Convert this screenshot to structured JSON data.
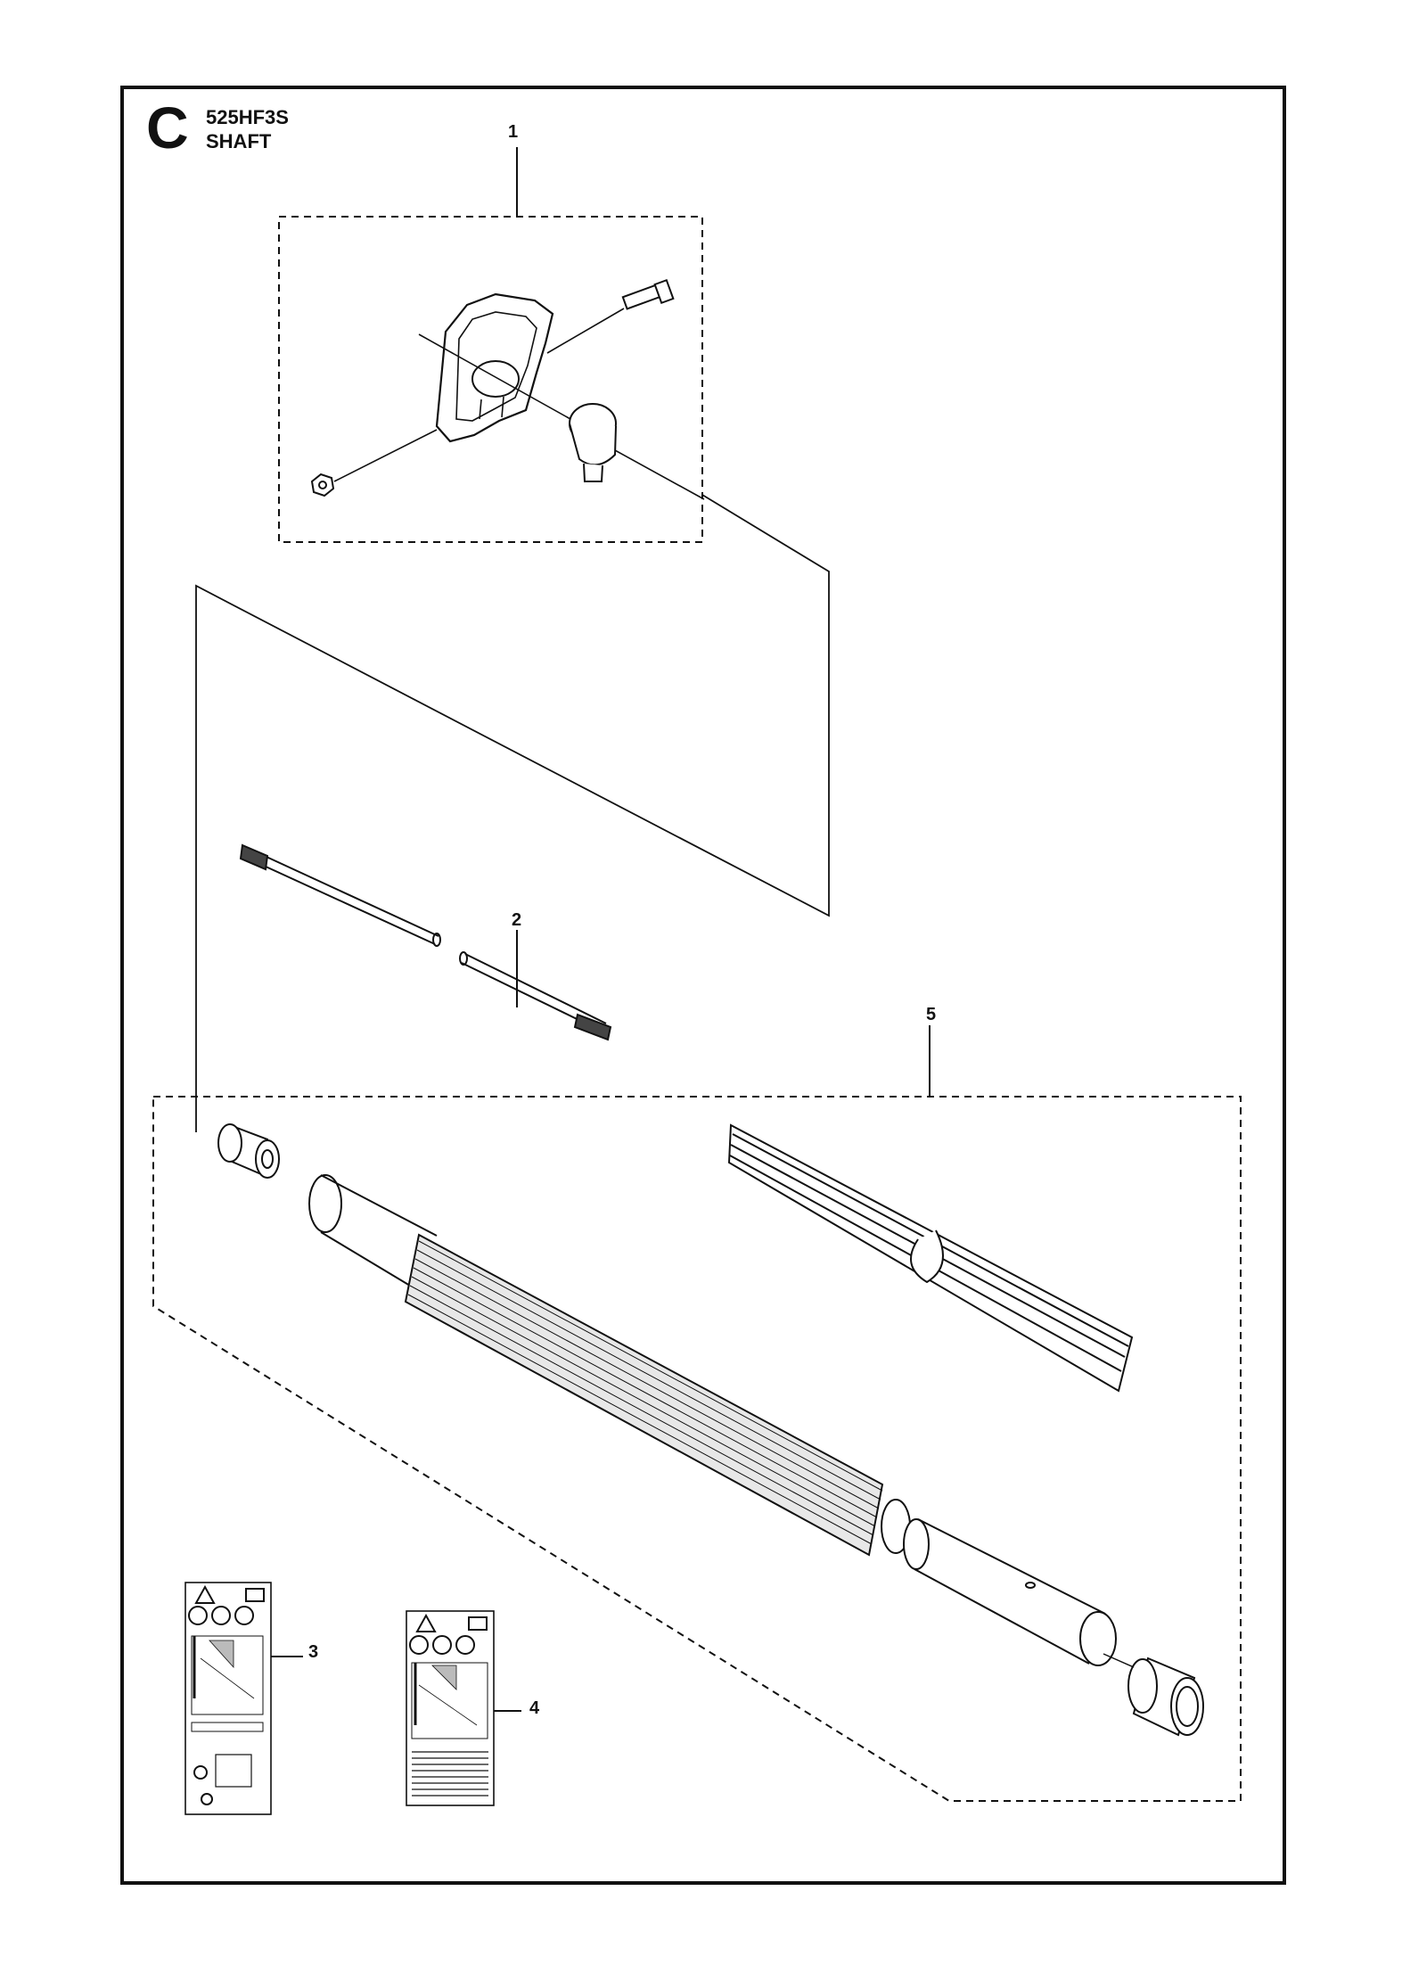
{
  "header": {
    "section_letter": "C",
    "model": "525HF3S",
    "title": "SHAFT"
  },
  "callouts": [
    "1",
    "2",
    "3",
    "4",
    "5"
  ],
  "colors": {
    "line": "#111111",
    "paper": "#ffffff",
    "shade": "#dddddd"
  }
}
